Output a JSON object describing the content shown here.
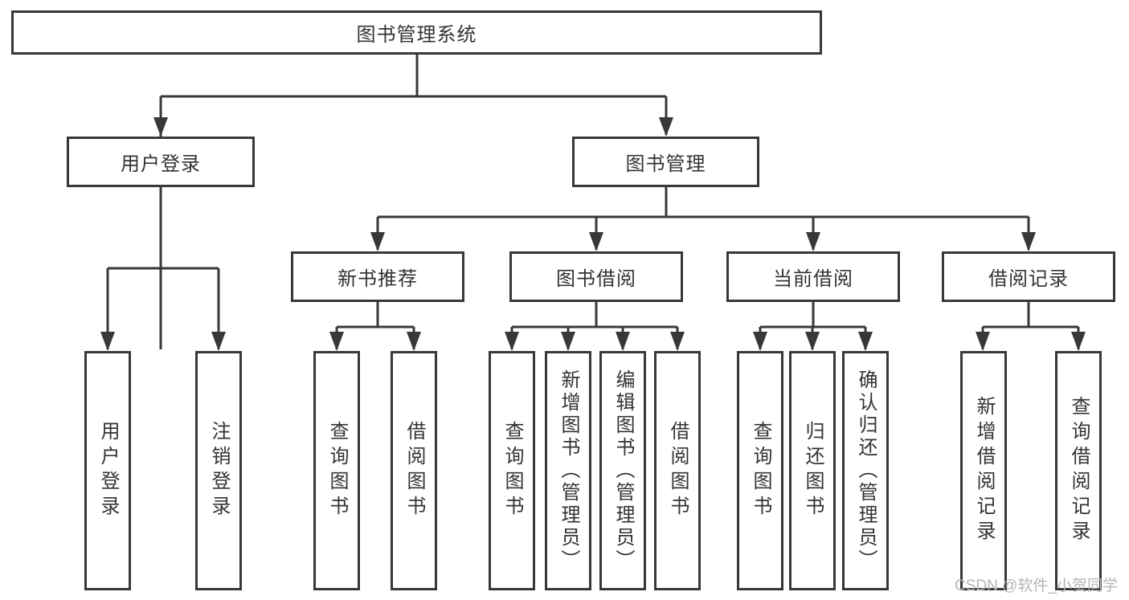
{
  "title": "图书管理系统",
  "colors": {
    "line": "#383838",
    "text": "#333333",
    "watermark": "#b5b5b5",
    "bg": "#ffffff"
  },
  "watermark": "CSDN @软件_小贺同学",
  "tree": {
    "root": {
      "label": "图书管理系统"
    },
    "level1": [
      {
        "label": "用户登录",
        "children_labels": [
          "用户登录",
          "注销登录"
        ]
      },
      {
        "label": "图书管理",
        "children_labels": [
          "新书推荐",
          "图书借阅",
          "当前借阅",
          "借阅记录"
        ]
      }
    ],
    "level2": [
      {
        "label": "新书推荐",
        "children_labels": [
          "查询图书",
          "借阅图书"
        ]
      },
      {
        "label": "图书借阅",
        "children_labels": [
          "查询图书",
          "新增图书（管理员）",
          "编辑图书（管理员）",
          "借阅图书"
        ]
      },
      {
        "label": "当前借阅",
        "children_labels": [
          "查询图书",
          "归还图书",
          "确认归还（管理员）"
        ]
      },
      {
        "label": "借阅记录",
        "children_labels": [
          "新增借阅记录",
          "查询借阅记录"
        ]
      }
    ],
    "leaves": [
      {
        "label": "用户登录",
        "parent": "用户登录"
      },
      {
        "label": "注销登录",
        "parent": "用户登录"
      },
      {
        "label": "查询图书",
        "parent": "新书推荐"
      },
      {
        "label": "借阅图书",
        "parent": "新书推荐"
      },
      {
        "label": "查询图书",
        "parent": "图书借阅"
      },
      {
        "label": "新增图书（管理员）",
        "parent": "图书借阅"
      },
      {
        "label": "编辑图书（管理员）",
        "parent": "图书借阅"
      },
      {
        "label": "借阅图书",
        "parent": "图书借阅"
      },
      {
        "label": "查询图书",
        "parent": "当前借阅"
      },
      {
        "label": "归还图书",
        "parent": "当前借阅"
      },
      {
        "label": "确认归还（管理员）",
        "parent": "当前借阅"
      },
      {
        "label": "新增借阅记录",
        "parent": "借阅记录"
      },
      {
        "label": "查询借阅记录",
        "parent": "借阅记录"
      }
    ]
  }
}
